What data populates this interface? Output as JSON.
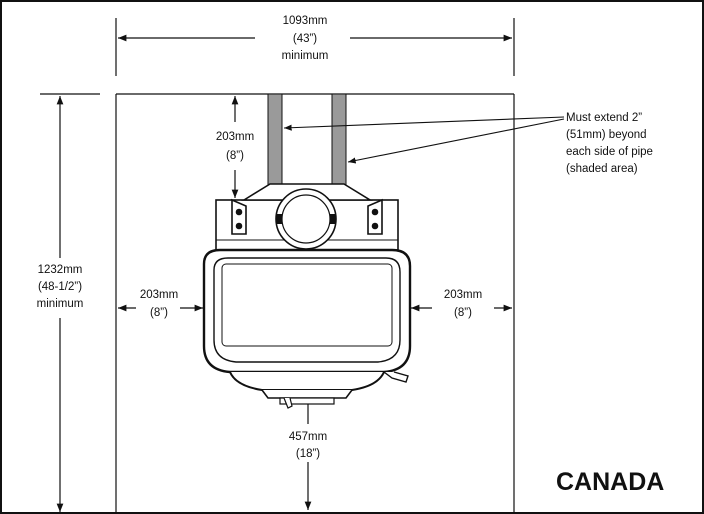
{
  "dimensions": {
    "top_width": {
      "metric": "1093mm",
      "imperial": "(43”)",
      "qualifier": "minimum"
    },
    "rear_clearance": {
      "metric": "203mm",
      "imperial": "(8”)"
    },
    "depth": {
      "metric": "1232mm",
      "imperial": "(48-1/2”)",
      "qualifier": "minimum"
    },
    "left_clearance": {
      "metric": "203mm",
      "imperial": "(8”)"
    },
    "right_clearance": {
      "metric": "203mm",
      "imperial": "(8”)"
    },
    "front_clearance": {
      "metric": "457mm",
      "imperial": "(18”)"
    }
  },
  "note": {
    "lines": [
      "Must extend 2”",
      "(51mm) beyond",
      "each side of pipe",
      "(shaded area)"
    ]
  },
  "region": "CANADA",
  "colors": {
    "line": "#111111",
    "shade": "#9a9a9a",
    "stove_fill": "#ffffff"
  }
}
